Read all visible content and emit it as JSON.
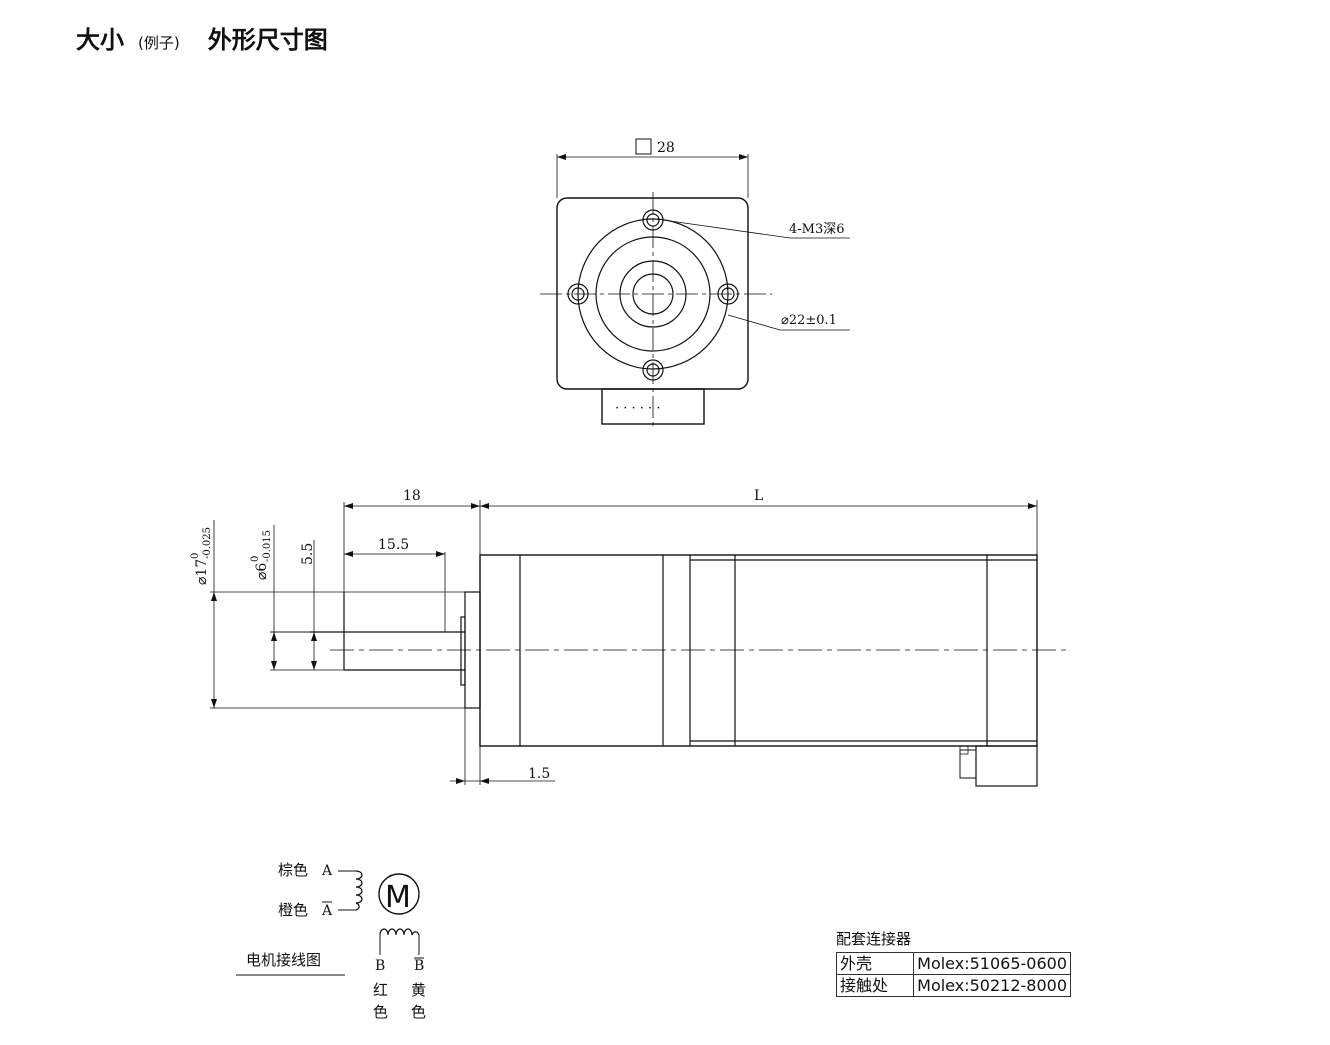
{
  "header": {
    "size": "大小",
    "example": "(例子)",
    "title": "外形尺寸图"
  },
  "front_view": {
    "width_label": "28",
    "hole_label": "4-M3深6",
    "pilot_label": "⌀22±0.1",
    "connector_pins": "· · · · · ·"
  },
  "side_view": {
    "dim_18": "18",
    "dim_L": "L",
    "dim_15_5": "15.5",
    "dim_5_5": "5.5",
    "dim_17_main": "⌀17",
    "dim_17_upper": "0",
    "dim_17_lower": "-0.025",
    "dim_6_main": "⌀6",
    "dim_6_upper": "0",
    "dim_6_lower": "-0.015",
    "dim_1_5": "1.5"
  },
  "wiring": {
    "brown": "棕色",
    "orange": "橙色",
    "a": "A",
    "a_bar": "A",
    "motor": "M",
    "b": "B",
    "b_bar": "B",
    "red_1": "红",
    "red_2": "色",
    "yellow_1": "黄",
    "yellow_2": "色",
    "caption": "电机接线图"
  },
  "connector": {
    "title": "配套连接器",
    "rows": [
      {
        "name": "外壳",
        "part": "Molex:51065-0600"
      },
      {
        "name": "接触处",
        "part": "Molex:50212-8000"
      }
    ]
  }
}
